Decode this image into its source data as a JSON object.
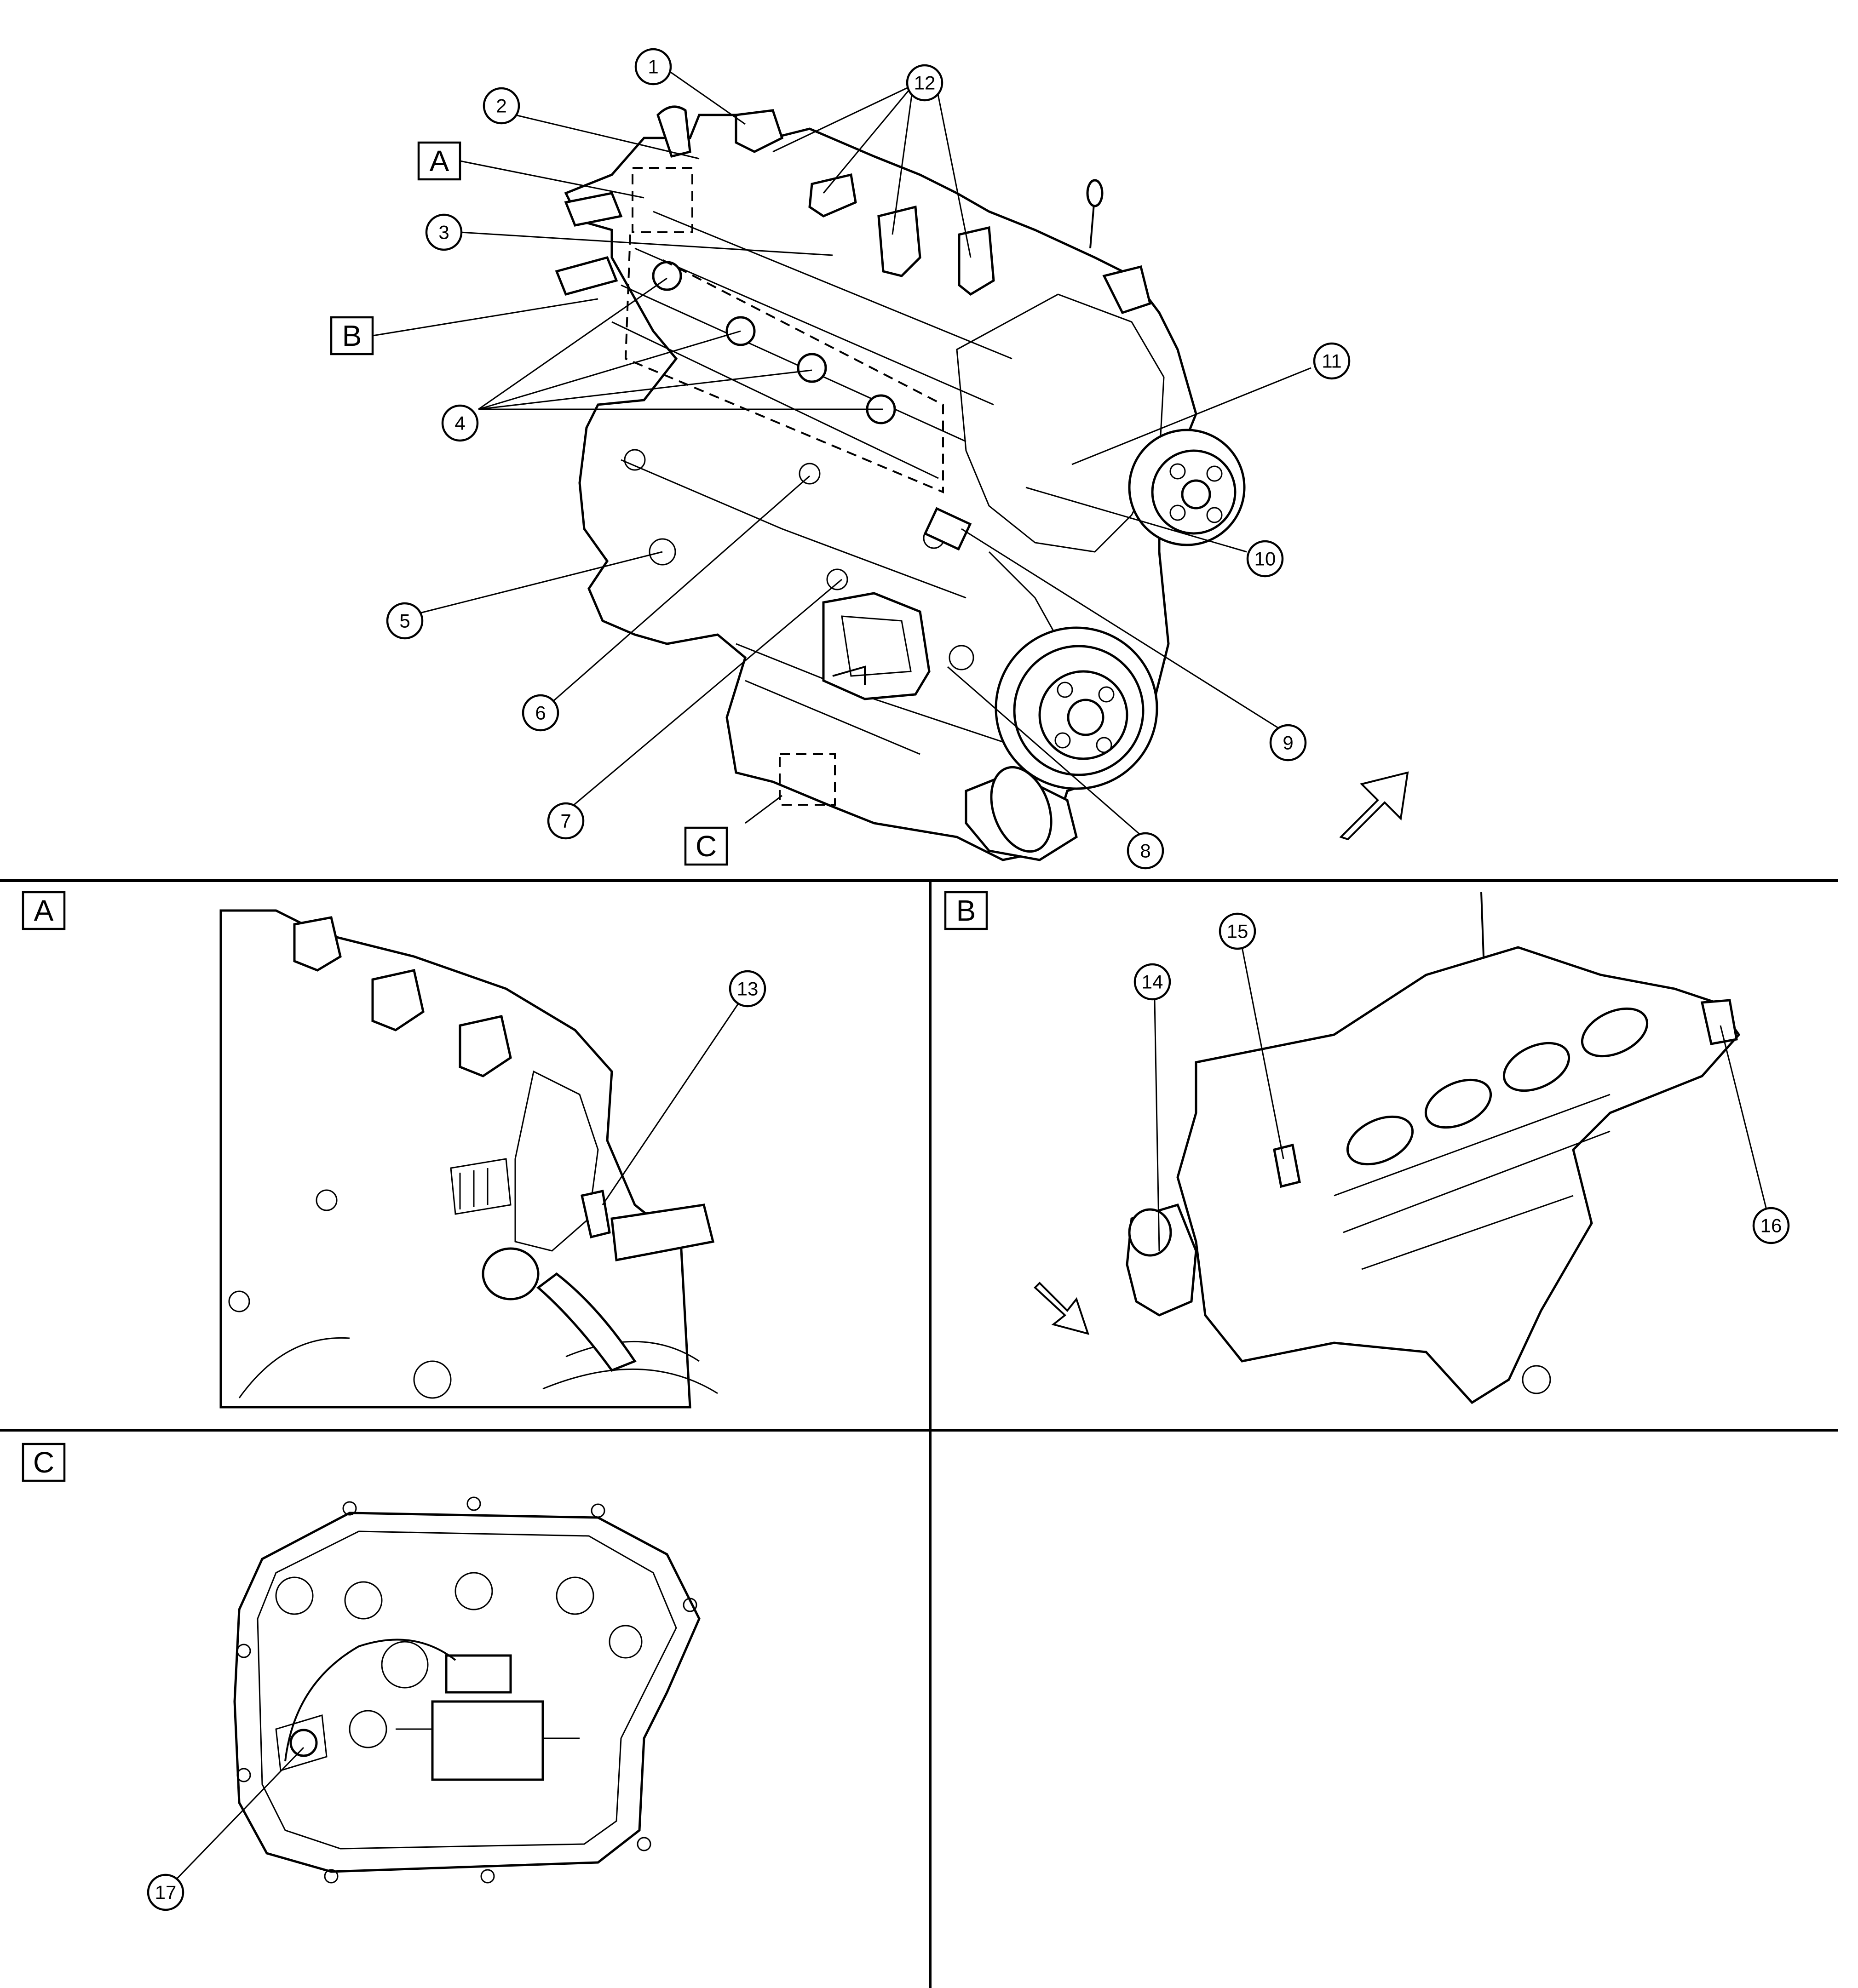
{
  "figure": {
    "view_labels": {
      "a": "A",
      "b": "B",
      "c": "C"
    },
    "callouts": {
      "c1": "1",
      "c2": "2",
      "c3": "3",
      "c4": "4",
      "c5": "5",
      "c6": "6",
      "c7": "7",
      "c8": "8",
      "c9": "9",
      "c10": "10",
      "c11": "11",
      "c12": "12",
      "c13": "13",
      "c14": "14",
      "c15": "15",
      "c16": "16",
      "c17": "17"
    },
    "icons": {
      "front_arrow": "front-direction-arrow-icon",
      "view_arrow_b": "view-direction-arrow-icon"
    }
  }
}
